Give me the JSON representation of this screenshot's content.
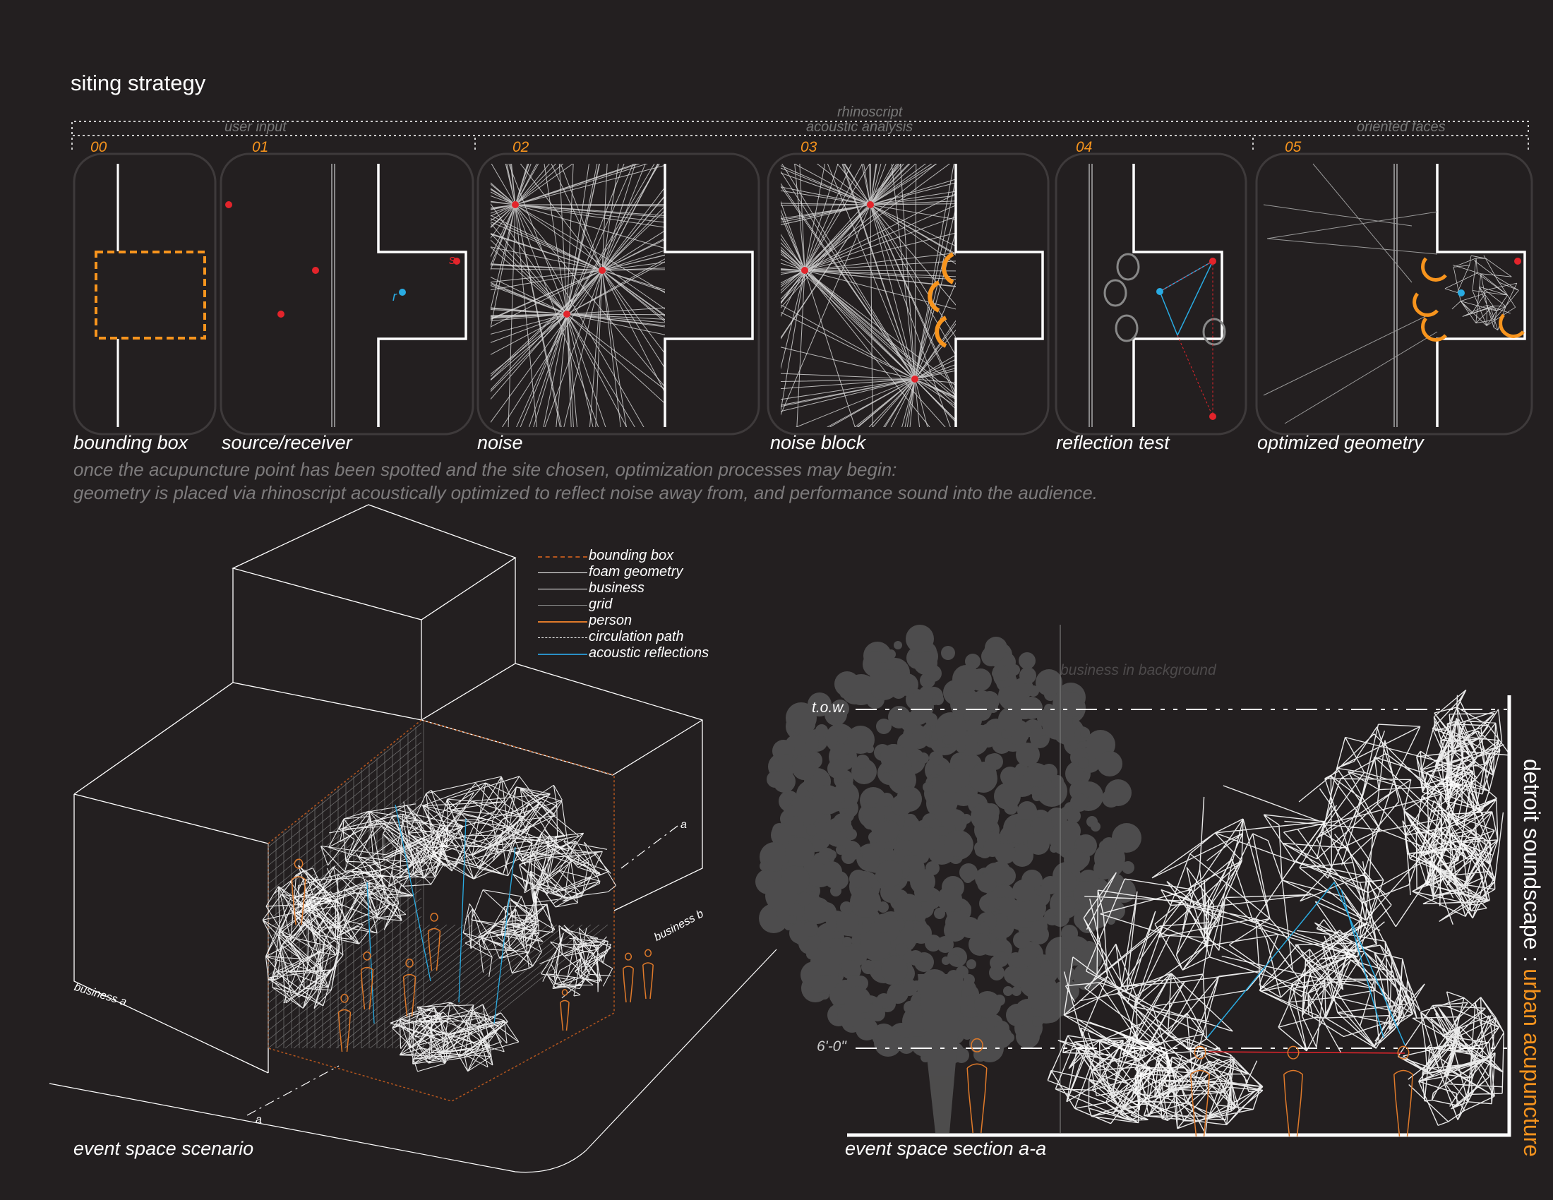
{
  "title": "siting strategy",
  "process_groups": {
    "rhinoscript": "rhinoscript",
    "user_input": "user input",
    "acoustic_analysis": "acoustic analysis",
    "oriented_faces": "oriented faces"
  },
  "steps": [
    {
      "number": "00",
      "label": "bounding box"
    },
    {
      "number": "01",
      "label": "source/receiver"
    },
    {
      "number": "02",
      "label": "noise"
    },
    {
      "number": "03",
      "label": "noise block"
    },
    {
      "number": "04",
      "label": "reflection test"
    },
    {
      "number": "05",
      "label": "optimized geometry"
    }
  ],
  "panel_markers": {
    "source": "s",
    "receiver": "r"
  },
  "description": [
    "once the acupuncture point has been spotted and the site chosen, optimization processes may begin:",
    "geometry is placed via rhinoscript acoustically optimized to reflect noise away from, and performance sound into the audience."
  ],
  "legend": [
    {
      "label": "bounding box",
      "color": "#b5561e"
    },
    {
      "label": "foam geometry",
      "color": "#ffffff"
    },
    {
      "label": "business",
      "color": "#ffffff"
    },
    {
      "label": "grid",
      "color": "#888888"
    },
    {
      "label": "person",
      "color": "#e07a2a"
    },
    {
      "label": "circulation path",
      "color": "#ffffff"
    },
    {
      "label": "acoustic reflections",
      "color": "#2a8fc6"
    }
  ],
  "axon": {
    "caption": "event space scenario",
    "business_a": "business a",
    "business_b": "business b",
    "section_mark": "a"
  },
  "section": {
    "caption": "event space section a-a",
    "tow": "t.o.w.",
    "height_mark": "6'-0\"",
    "background_note": "business in background"
  },
  "sidebar_title": {
    "main": "detroit soundscape : ",
    "accent": "urban acupuncture"
  },
  "colors": {
    "accent": "#f7941d",
    "background": "#231f20",
    "red": "#e3242b",
    "blue": "#29abe2"
  }
}
